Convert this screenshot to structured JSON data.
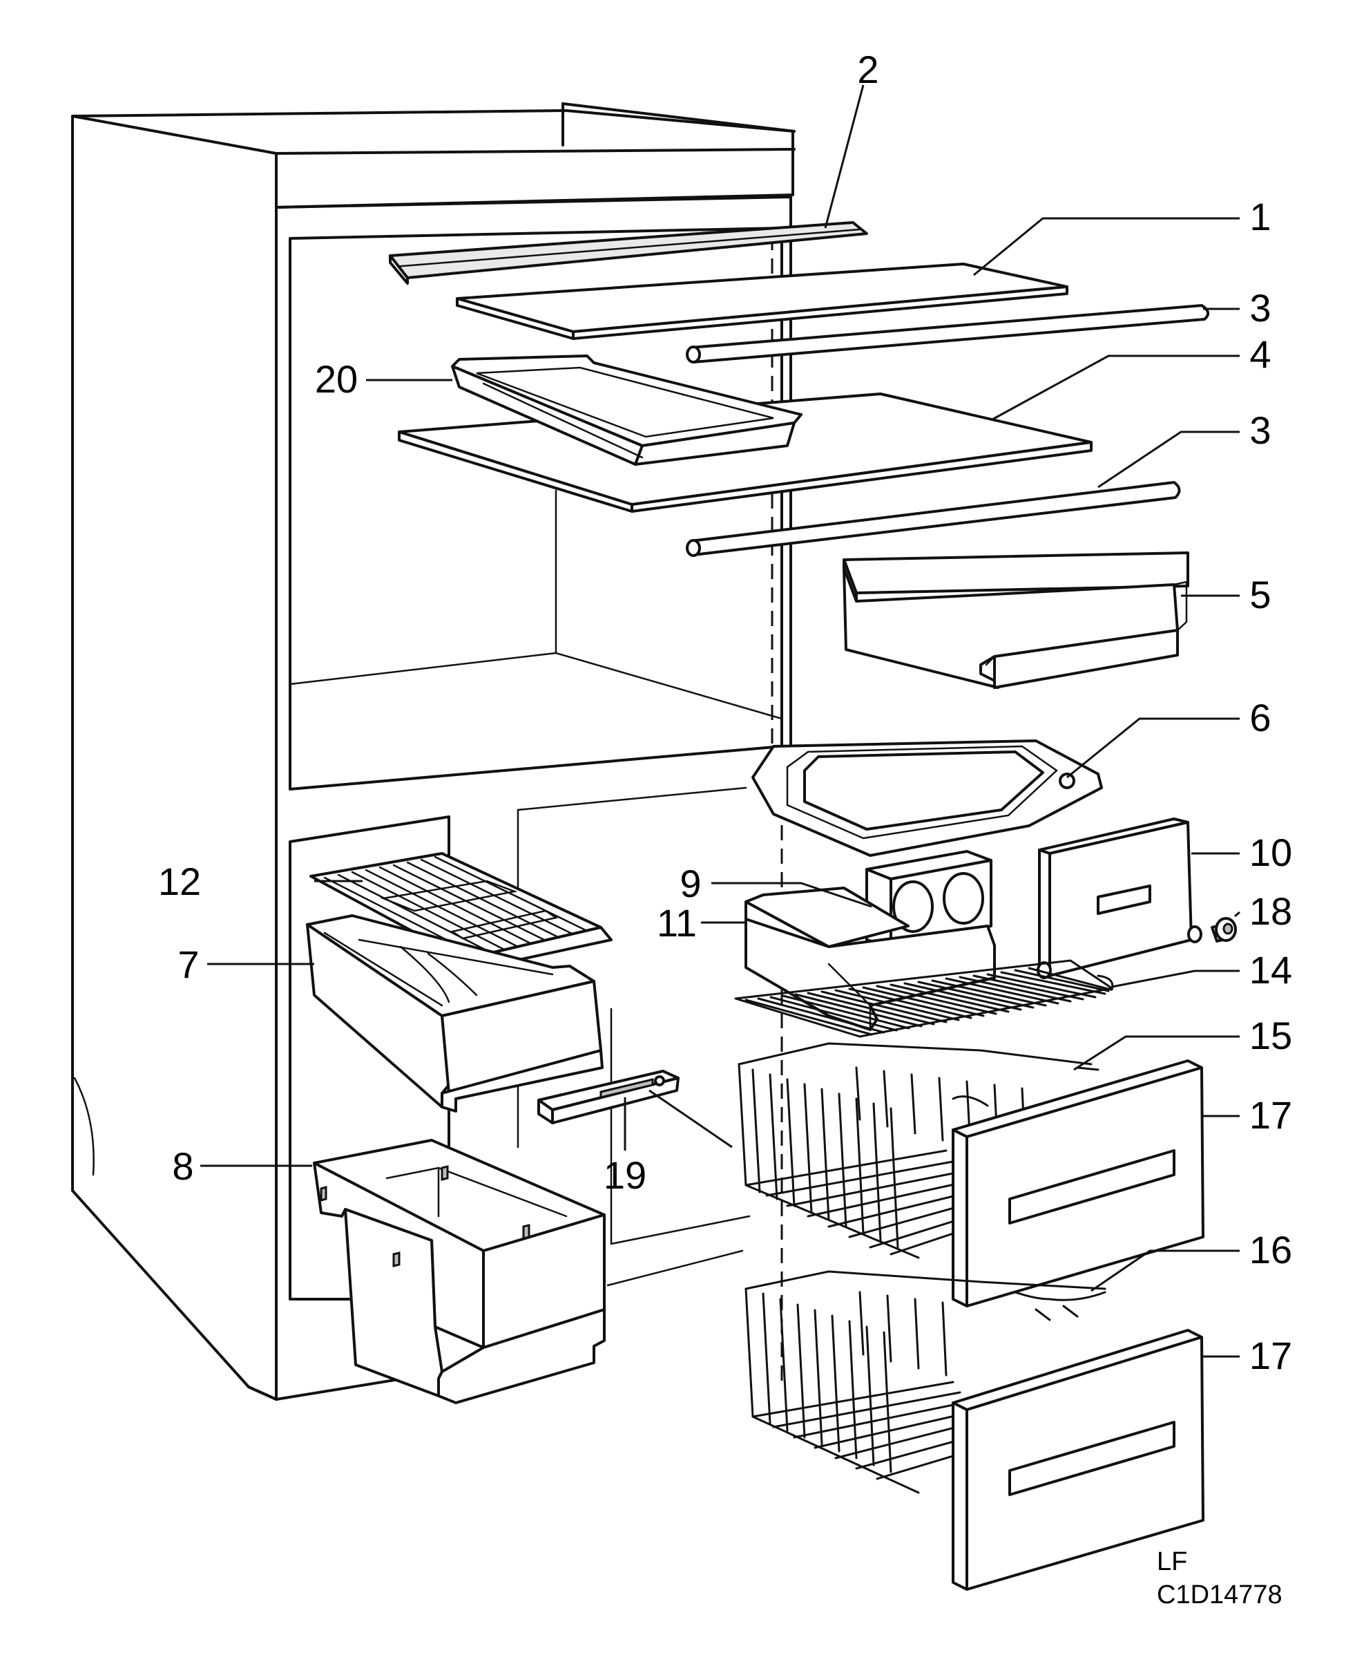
{
  "callouts": {
    "c1": "1",
    "c2": "2",
    "c3a": "3",
    "c3b": "3",
    "c4": "4",
    "c5": "5",
    "c6": "6",
    "c7": "7",
    "c8": "8",
    "c9": "9",
    "c10": "10",
    "c11": "11",
    "c12": "12",
    "c14": "14",
    "c15": "15",
    "c16": "16",
    "c17a": "17",
    "c17b": "17",
    "c18": "18",
    "c19": "19",
    "c20": "20"
  },
  "reference": {
    "line1": "LF",
    "line2": "C1D14778"
  }
}
